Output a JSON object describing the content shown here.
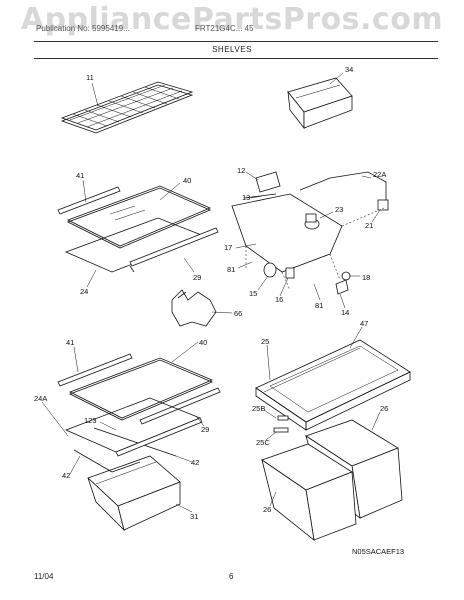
{
  "watermark": "AppliancePartsPros.com",
  "header": {
    "left": "Publication No: 5995419...",
    "right": "FRT21G4C... 45"
  },
  "section_title": "SHELVES",
  "diagram_code": "N05SACAEF13",
  "footer": {
    "date": "11/04",
    "page": "6"
  },
  "callouts": [
    "11",
    "34",
    "41",
    "40",
    "12",
    "22A",
    "13",
    "23",
    "21",
    "17",
    "29",
    "24",
    "81",
    "18",
    "15",
    "16",
    "81",
    "14",
    "66",
    "41",
    "40",
    "47",
    "25",
    "24A",
    "123",
    "29",
    "42",
    "25B",
    "26",
    "25C",
    "42",
    "31",
    "26"
  ]
}
